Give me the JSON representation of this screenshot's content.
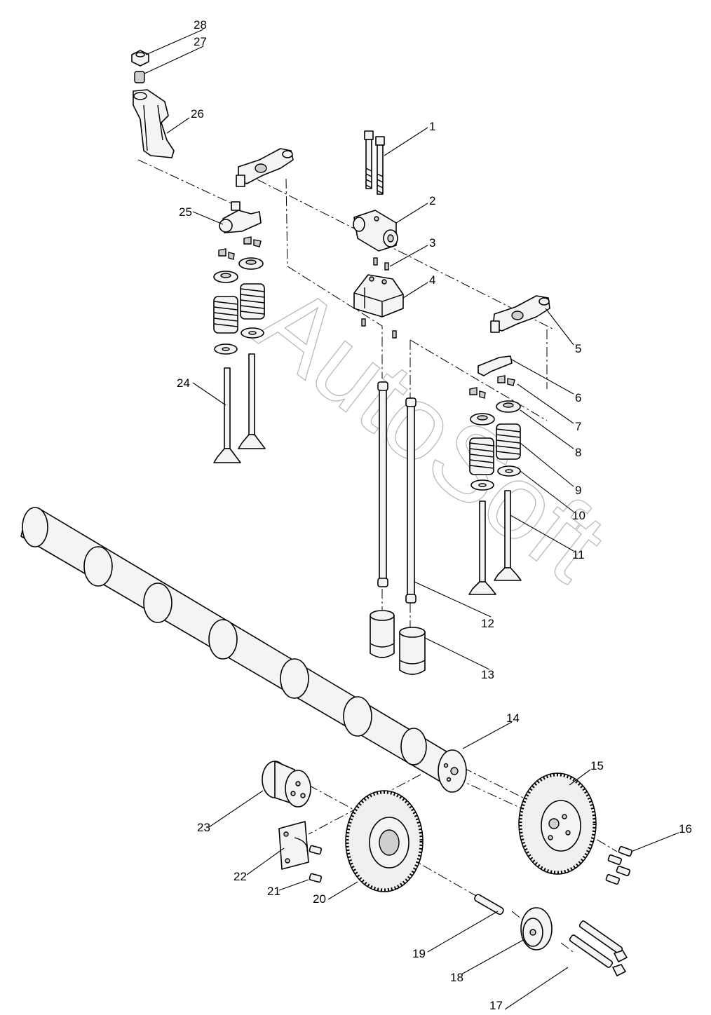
{
  "watermark": "AutoSoft",
  "callouts": [
    {
      "id": 1,
      "label": "1"
    },
    {
      "id": 2,
      "label": "2"
    },
    {
      "id": 3,
      "label": "3"
    },
    {
      "id": 4,
      "label": "4"
    },
    {
      "id": 5,
      "label": "5"
    },
    {
      "id": 6,
      "label": "6"
    },
    {
      "id": 7,
      "label": "7"
    },
    {
      "id": 8,
      "label": "8"
    },
    {
      "id": 9,
      "label": "9"
    },
    {
      "id": 10,
      "label": "10"
    },
    {
      "id": 11,
      "label": "11"
    },
    {
      "id": 12,
      "label": "12"
    },
    {
      "id": 13,
      "label": "13"
    },
    {
      "id": 14,
      "label": "14"
    },
    {
      "id": 15,
      "label": "15"
    },
    {
      "id": 16,
      "label": "16"
    },
    {
      "id": 17,
      "label": "17"
    },
    {
      "id": 18,
      "label": "18"
    },
    {
      "id": 19,
      "label": "19"
    },
    {
      "id": 20,
      "label": "20"
    },
    {
      "id": 21,
      "label": "21"
    },
    {
      "id": 22,
      "label": "22"
    },
    {
      "id": 23,
      "label": "23"
    },
    {
      "id": 24,
      "label": "24"
    },
    {
      "id": 25,
      "label": "25"
    },
    {
      "id": 26,
      "label": "26"
    },
    {
      "id": 27,
      "label": "27"
    },
    {
      "id": 28,
      "label": "28"
    }
  ]
}
